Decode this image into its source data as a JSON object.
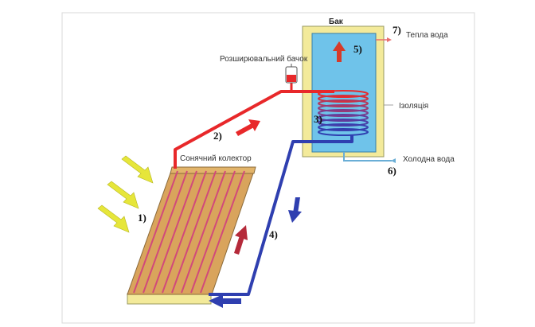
{
  "labels": {
    "tank": "Бак",
    "expansion_tank": "Розширювальний бачок",
    "collector": "Сонячний колектор",
    "insulation": "Ізоляція",
    "warm_water": "Тепла вода",
    "cold_water": "Холодна вода"
  },
  "numbers": {
    "n1": "1)",
    "n2": "2)",
    "n3": "3)",
    "n4": "4)",
    "n5": "5)",
    "n6": "6)",
    "n7": "7)"
  },
  "colors": {
    "hot_pipe": "#e8282a",
    "cold_pipe": "#2f3fb0",
    "tank_water": "#6fc3ea",
    "insulation": "#f3ea9a",
    "collector_fill": "#d9a45c",
    "sun_arrow": "#e6e63a",
    "thin_blue": "#6aaed6"
  }
}
